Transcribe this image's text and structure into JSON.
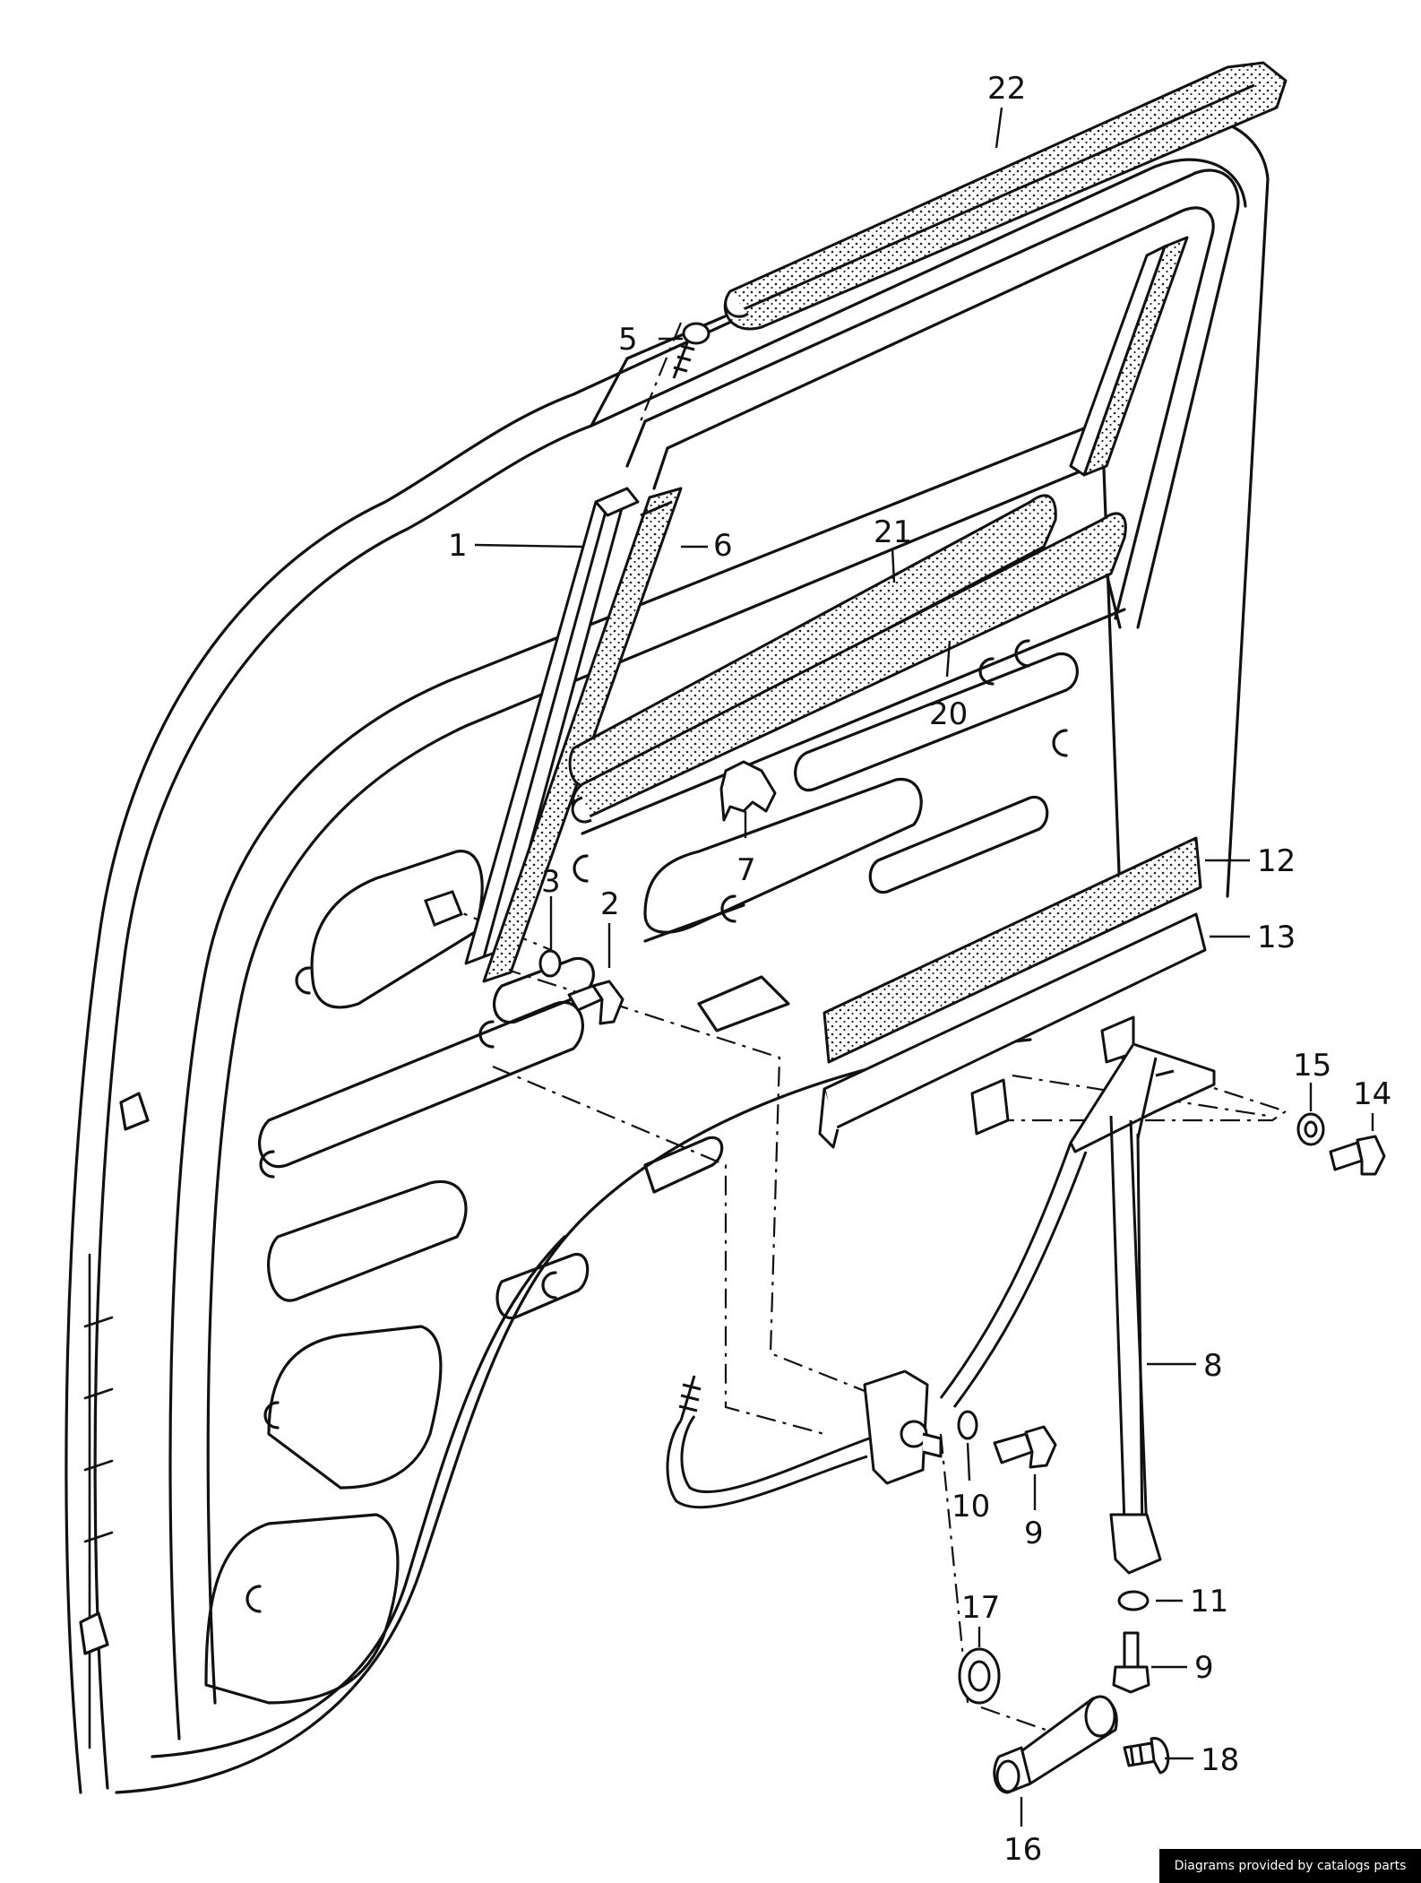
{
  "diagram": {
    "callouts": [
      {
        "id": "22",
        "text": "22"
      },
      {
        "id": "5",
        "text": "5"
      },
      {
        "id": "1",
        "text": "1"
      },
      {
        "id": "6",
        "text": "6"
      },
      {
        "id": "21",
        "text": "21"
      },
      {
        "id": "20",
        "text": "20"
      },
      {
        "id": "7",
        "text": "7"
      },
      {
        "id": "12",
        "text": "12"
      },
      {
        "id": "13",
        "text": "13"
      },
      {
        "id": "3",
        "text": "3"
      },
      {
        "id": "2",
        "text": "2"
      },
      {
        "id": "15",
        "text": "15"
      },
      {
        "id": "14",
        "text": "14"
      },
      {
        "id": "8",
        "text": "8"
      },
      {
        "id": "10",
        "text": "10"
      },
      {
        "id": "9a",
        "text": "9"
      },
      {
        "id": "17",
        "text": "17"
      },
      {
        "id": "11",
        "text": "11"
      },
      {
        "id": "9b",
        "text": "9"
      },
      {
        "id": "18",
        "text": "18"
      },
      {
        "id": "16",
        "text": "16"
      }
    ]
  },
  "credit": "Diagrams provided by catalogs parts"
}
